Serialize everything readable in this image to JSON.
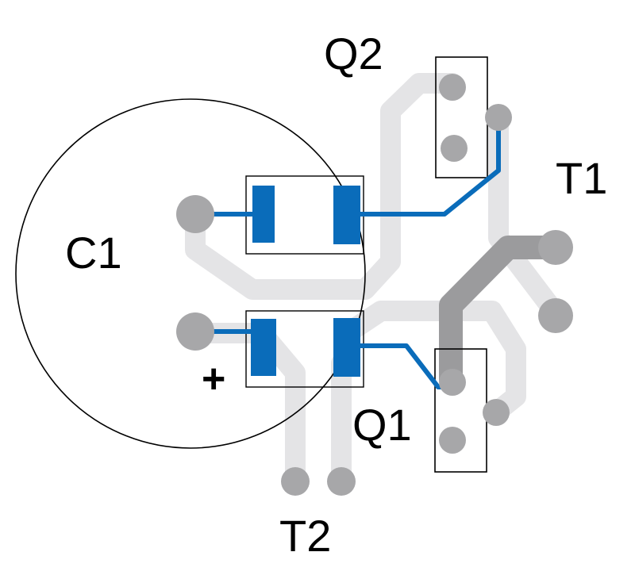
{
  "labels": {
    "q2": "Q2",
    "t1": "T1",
    "c1": "C1",
    "plus": "+",
    "q1": "Q1",
    "t2": "T2"
  },
  "colors": {
    "background": "#ffffff",
    "trace_light": "#e4e4e6",
    "trace_dark": "#9b9b9d",
    "pad": "#a7a7a9",
    "copper_blue": "#0a6cba",
    "outline": "#000000"
  }
}
